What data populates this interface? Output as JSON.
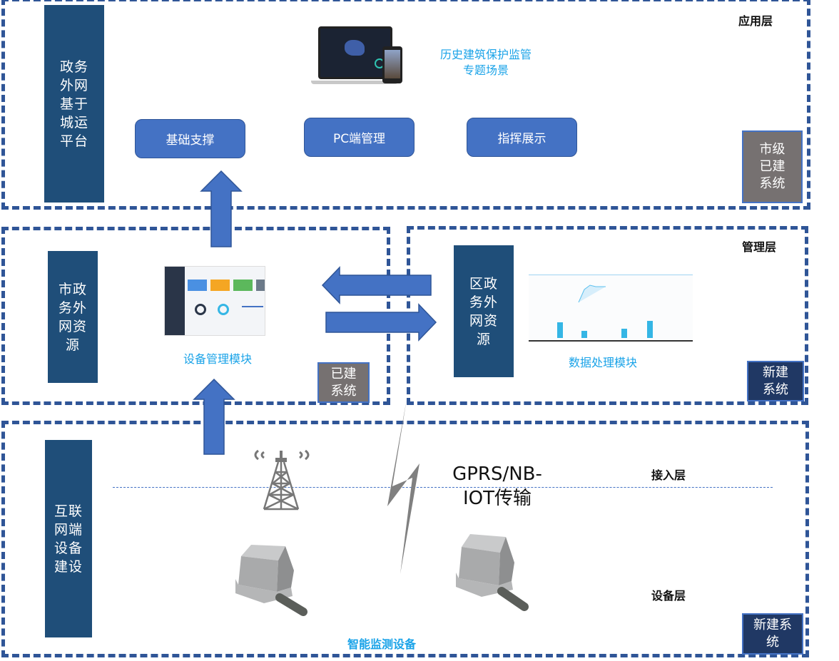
{
  "layers": {
    "application": {
      "label": "应用层",
      "pillar": "政务\n外网\n基于\n城运\n平台",
      "scene_caption": "历史建筑保护监管\n专题场景",
      "buttons": [
        "基础支撑",
        "PC端管理",
        "指挥展示"
      ],
      "tag": "市级\n已建\n系统"
    },
    "management": {
      "label": "管理层",
      "left_pillar": "市政\n务外\n网资\n源",
      "left_module_caption": "设备管理模块",
      "left_tag": "已建\n系统",
      "right_pillar": "区政\n务外\n网资\n源",
      "right_module_caption": "数据处理模块",
      "right_tag": "新建\n系统"
    },
    "access": {
      "label": "接入层",
      "transmission": "GPRS/NB-\nIOT传输"
    },
    "device": {
      "label": "设备层",
      "pillar": "互联\n网端\n设备\n建设",
      "caption": "智能监测设备",
      "tag": "新建系\n统"
    }
  },
  "colors": {
    "dashed_border": "#2f5597",
    "pillar": "#1f4e79",
    "button": "#4472c4",
    "caption": "#1aa3e8",
    "tag_existing": "#767171",
    "tag_new": "#203864",
    "lightning": "#808080"
  }
}
